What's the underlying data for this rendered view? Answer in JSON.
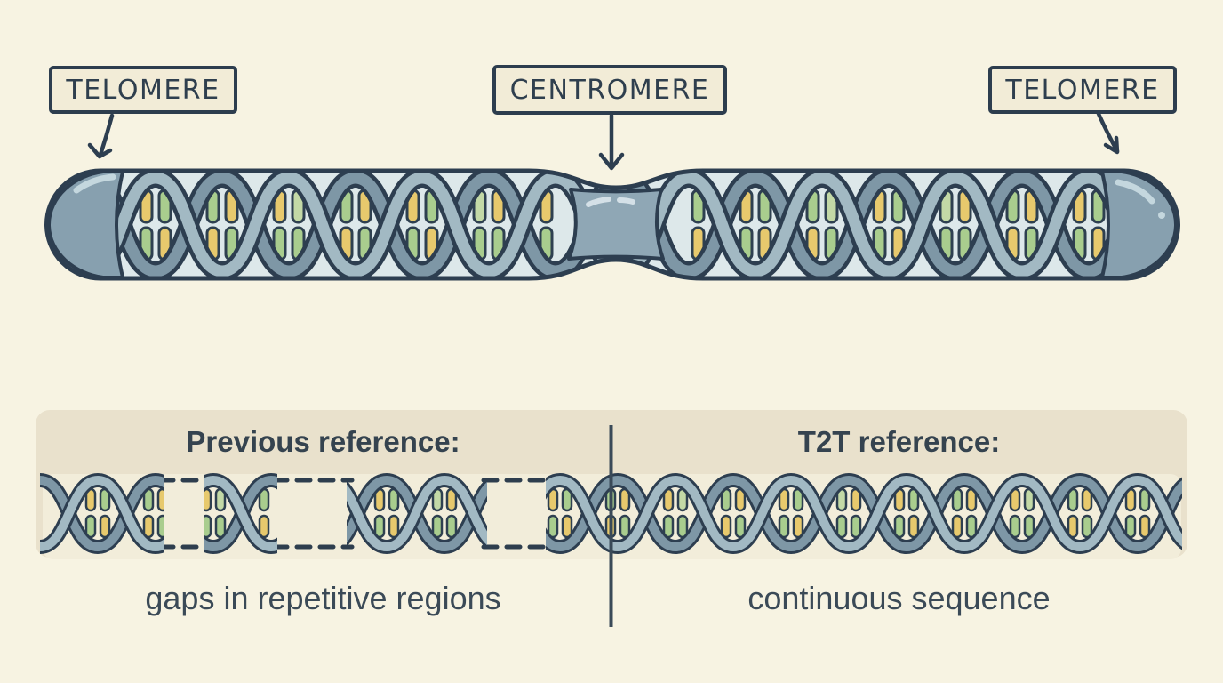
{
  "chromosome": {
    "labels": {
      "telomere_left": "TELOMERE",
      "centromere": "CENTROMERE",
      "telomere_right": "TELOMERE"
    }
  },
  "comparison": {
    "previous": {
      "heading": "Previous reference:",
      "caption": "gaps in repetitive regions"
    },
    "t2t": {
      "heading": "T2T reference:",
      "caption": "continuous sequence"
    }
  },
  "icons": {
    "arrow_down": "hand-drawn open-V arrow",
    "dna_helix": "double-helix ribbon with base pairs",
    "gap_dashes": "dashed outline marking missing sequence"
  },
  "colors": {
    "background": "#f7f3e2",
    "panel": "#e9e1cc",
    "panel_track": "#f2edda",
    "outline": "#2d3e50",
    "label_box_fill": "#f2ecd7",
    "text": "#35434f",
    "chromosome_fill": "#dde8ea",
    "telomere_cap": "#87a0af",
    "centromere_fill": "#8fa7b5",
    "strand_dark": "#7e97a6",
    "strand_light": "#a2b9c3",
    "base_yellow": "#e7c96d",
    "base_green": "#a9cd8e",
    "base_pale_green": "#c3d9a6"
  }
}
